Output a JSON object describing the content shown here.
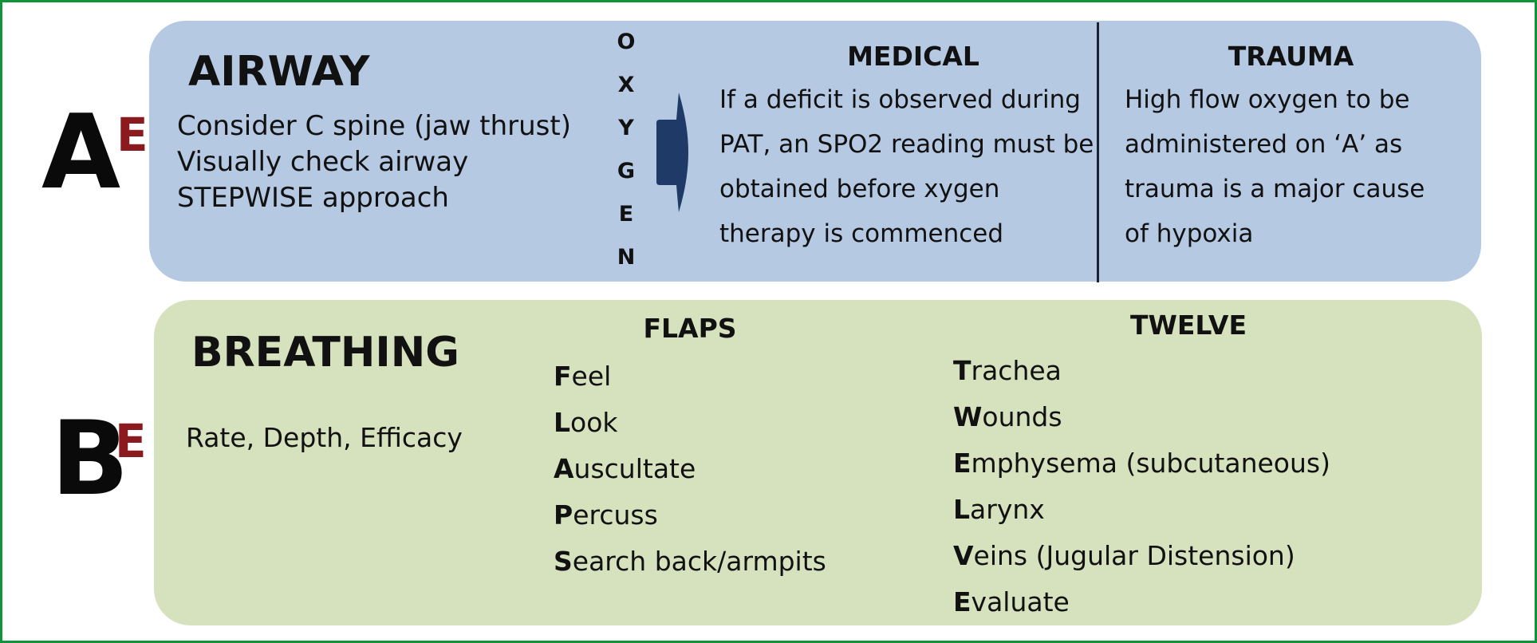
{
  "airway": {
    "letter": "A",
    "superscript": "E",
    "heading": "AIRWAY",
    "lines": [
      "Consider C spine (jaw thrust)",
      "Visually check airway",
      "STEPWISE approach"
    ],
    "oxygen_letters": [
      "O",
      "X",
      "Y",
      "G",
      "E",
      "N"
    ],
    "medical": {
      "title": "MEDICAL",
      "lines": [
        "If a deficit is observed during",
        "PAT, an SPO2 reading must be",
        "obtained before xygen",
        "therapy is commenced"
      ]
    },
    "trauma": {
      "title": "TRAUMA",
      "lines": [
        "High flow oxygen to be",
        "administered on ‘A’ as",
        "trauma is a major cause",
        "of hypoxia"
      ]
    }
  },
  "breathing": {
    "letter": "B",
    "superscript": "E",
    "heading": "BREATHING",
    "subtext": "Rate, Depth, Efficacy",
    "flaps": {
      "title": "FLAPS",
      "items": [
        {
          "initial": "F",
          "rest": "eel"
        },
        {
          "initial": "L",
          "rest": "ook"
        },
        {
          "initial": "A",
          "rest": "uscultate"
        },
        {
          "initial": "P",
          "rest": "ercuss"
        },
        {
          "initial": "S",
          "rest": "earch back/armpits"
        }
      ]
    },
    "twelve": {
      "title": "TWELVE",
      "items": [
        {
          "initial": "T",
          "rest": "rachea"
        },
        {
          "initial": "W",
          "rest": "ounds"
        },
        {
          "initial": "E",
          "rest": "mphysema (subcutaneous)"
        },
        {
          "initial": "L",
          "rest": "arynx"
        },
        {
          "initial": "V",
          "rest": "eins (Jugular Distension)"
        },
        {
          "initial": "E",
          "rest": "valuate"
        }
      ]
    }
  },
  "colors": {
    "border": "#0f9438",
    "airway_panel": "#b6c9e3",
    "breathing_panel": "#d6e1be",
    "superscript": "#8b1a1f",
    "arrow": "#1f3a66"
  }
}
